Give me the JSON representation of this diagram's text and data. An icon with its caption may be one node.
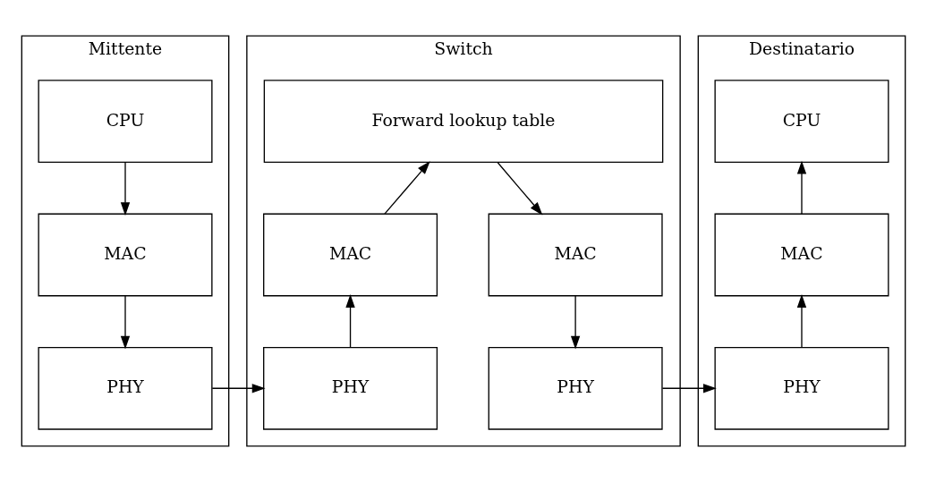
{
  "diagram": {
    "nodes": [
      {
        "text": [
          "Mittente"
        ]
      },
      {
        "text": [
          "CPU"
        ],
        "in": 0
      },
      {
        "text": [
          "MAC"
        ],
        "in": 0
      },
      {
        "text": [
          "PHY"
        ],
        "in": 0
      },
      {
        "text": [
          "Switch"
        ]
      },
      {
        "text": [
          "Forward lookup table"
        ],
        "in": 4
      },
      {
        "text": [
          "MAC"
        ],
        "in": 4
      },
      {
        "text": [
          "MAC"
        ],
        "in": 4
      },
      {
        "text": [
          "PHY"
        ],
        "in": 4
      },
      {
        "text": [
          "PHY"
        ],
        "in": 4
      },
      {
        "text": [
          "Destinatario"
        ]
      },
      {
        "text": [
          "CPU"
        ],
        "in": 10
      },
      {
        "text": [
          "MAC"
        ],
        "in": 10
      },
      {
        "text": [
          "PHY"
        ],
        "in": 10
      }
    ],
    "edges": [
      {
        "from": 1,
        "to": 2,
        "arrow": "to"
      },
      {
        "from": 2,
        "to": 3,
        "arrow": "to"
      },
      {
        "from": 3,
        "to": 8,
        "arrow": "to"
      },
      {
        "from": 8,
        "to": 6,
        "arrow": "to"
      },
      {
        "from": 6,
        "to": 5,
        "arrow": "to"
      },
      {
        "from": 5,
        "to": 7,
        "arrow": "to"
      },
      {
        "from": 7,
        "to": 9,
        "arrow": "to"
      },
      {
        "from": 9,
        "to": 13,
        "arrow": "to"
      },
      {
        "from": 13,
        "to": 12,
        "arrow": "to"
      },
      {
        "from": 12,
        "to": 11,
        "arrow": "to"
      }
    ]
  }
}
